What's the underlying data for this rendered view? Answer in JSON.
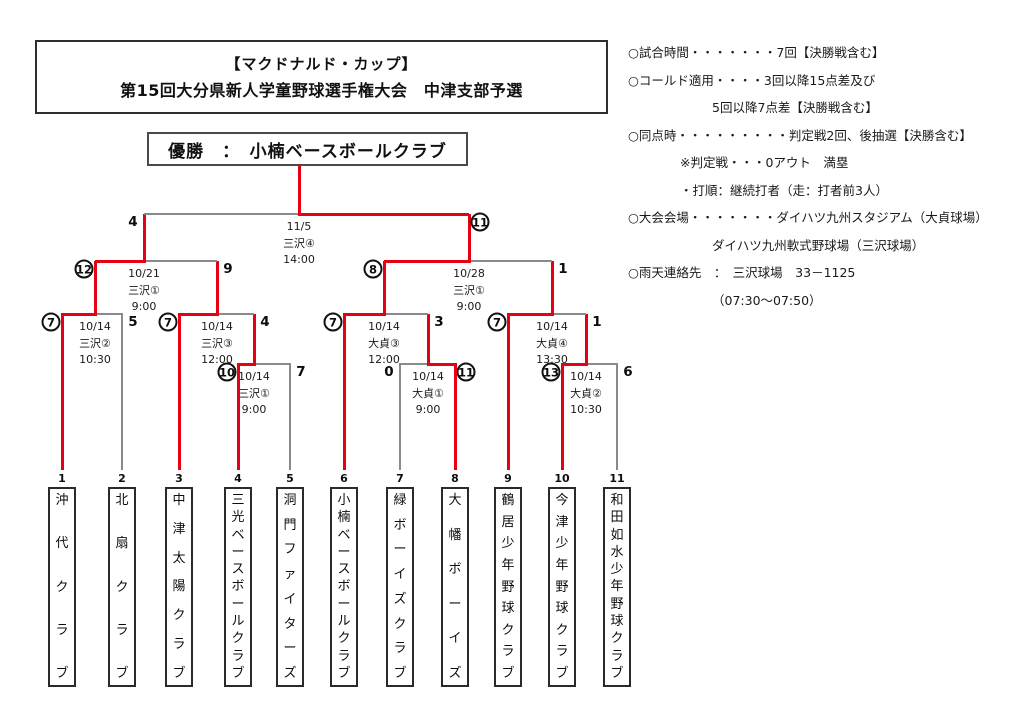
{
  "colors": {
    "red": "#e60012",
    "gray": "#8a8a8a",
    "ink": "#111111"
  },
  "header": {
    "line1": "【マクドナルド・カップ】",
    "line2": "第15回大分県新人学童野球選手権大会　中津支部予選"
  },
  "champion": {
    "text": "優勝　：　小楠ベースボールクラブ"
  },
  "notes": [
    {
      "text": "○試合時間・・・・・・・7回【決勝戦含む】",
      "indent": 0
    },
    {
      "text": "○コールド適用・・・・3回以降15点差及び",
      "indent": 0
    },
    {
      "text": "5回以降7点差【決勝戦含む】",
      "indent": 2
    },
    {
      "text": "○同点時・・・・・・・・・判定戦2回、後抽選【決勝含む】",
      "indent": 0
    },
    {
      "text": "※判定戦・・・0アウト　満塁",
      "indent": 1
    },
    {
      "text": "・打順：継続打者（走：打者前3人）",
      "indent": 1
    },
    {
      "text": "○大会会場・・・・・・・ダイハツ九州スタジアム（大貞球場）",
      "indent": 0
    },
    {
      "text": "ダイハツ九州軟式野球場（三沢球場）",
      "indent": 2
    },
    {
      "text": "○雨天連絡先　：　三沢球場　33－1125",
      "indent": 0
    },
    {
      "text": "（07:30～07:50）",
      "indent": 2
    }
  ],
  "teams": [
    {
      "no": "1",
      "name": "沖代クラブ"
    },
    {
      "no": "2",
      "name": "北扇クラブ"
    },
    {
      "no": "3",
      "name": "中津太陽クラブ"
    },
    {
      "no": "4",
      "name": "三光ベースボールクラブ"
    },
    {
      "no": "5",
      "name": "洞門ファイターズ"
    },
    {
      "no": "6",
      "name": "小楠ベースボールクラブ"
    },
    {
      "no": "7",
      "name": "緑ボーイズクラブ"
    },
    {
      "no": "8",
      "name": "大幡ボーイズ"
    },
    {
      "no": "9",
      "name": "鶴居少年野球クラブ"
    },
    {
      "no": "10",
      "name": "今津少年野球クラブ"
    },
    {
      "no": "11",
      "name": "和田如水少年野球クラブ"
    }
  ],
  "matches": {
    "m45": {
      "date": "10/14",
      "venue": "三沢①",
      "time": "9:00",
      "left_score": "10",
      "left_circled": true,
      "right_score": "7",
      "right_circled": false,
      "winner": "left"
    },
    "m78": {
      "date": "10/14",
      "venue": "大貞①",
      "time": "9:00",
      "left_score": "0",
      "left_circled": false,
      "right_score": "11",
      "right_circled": true,
      "winner": "right"
    },
    "m1011": {
      "date": "10/14",
      "venue": "大貞②",
      "time": "10:30",
      "left_score": "13",
      "left_circled": true,
      "right_score": "6",
      "right_circled": false,
      "winner": "left"
    },
    "qfA": {
      "date": "10/14",
      "venue": "三沢②",
      "time": "10:30",
      "left_score": "7",
      "left_circled": true,
      "right_score": "5",
      "right_circled": false,
      "winner": "left"
    },
    "qfB": {
      "date": "10/14",
      "venue": "三沢③",
      "time": "12:00",
      "left_score": "7",
      "left_circled": true,
      "right_score": "4",
      "right_circled": false,
      "winner": "left"
    },
    "qfC": {
      "date": "10/14",
      "venue": "大貞③",
      "time": "12:00",
      "left_score": "7",
      "left_circled": true,
      "right_score": "3",
      "right_circled": false,
      "winner": "left"
    },
    "qfD": {
      "date": "10/14",
      "venue": "大貞④",
      "time": "13:30",
      "left_score": "7",
      "left_circled": true,
      "right_score": "1",
      "right_circled": false,
      "winner": "left"
    },
    "sfL": {
      "date": "10/21",
      "venue": "三沢①",
      "time": "9:00",
      "left_score": "12",
      "left_circled": true,
      "right_score": "9",
      "right_circled": false,
      "winner": "left"
    },
    "sfR": {
      "date": "10/28",
      "venue": "三沢①",
      "time": "9:00",
      "left_score": "8",
      "left_circled": true,
      "right_score": "1",
      "right_circled": false,
      "winner": "left"
    },
    "final": {
      "date": "11/5",
      "venue": "三沢④",
      "time": "14:00",
      "left_score": "4",
      "left_circled": false,
      "right_score": "11",
      "right_circled": true,
      "winner": "right"
    }
  }
}
